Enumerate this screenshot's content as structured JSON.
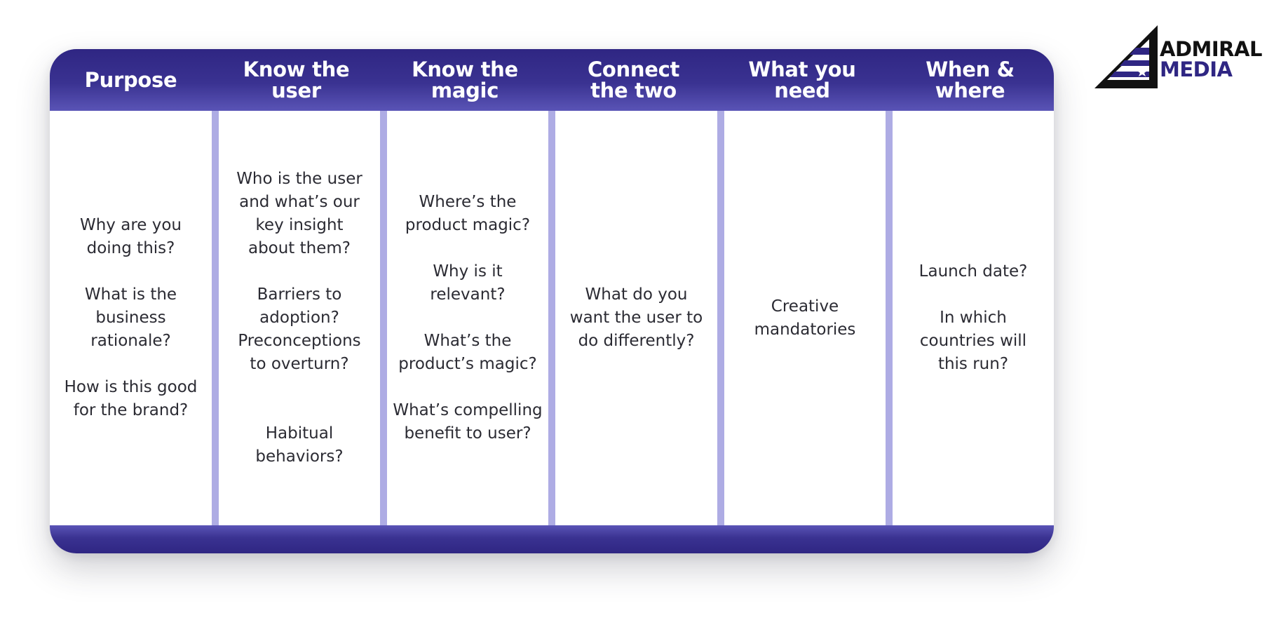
{
  "table": {
    "columns": [
      {
        "heading": "Purpose",
        "body": "Why are you\ndoing this?\n\nWhat is the\nbusiness\nrationale?\n\nHow is this good\nfor the brand?"
      },
      {
        "heading": "Know the\nuser",
        "body": "Who is the user\nand what’s our\nkey insight\nabout them?\n\nBarriers to\nadoption?\nPreconceptions\nto overturn?\n\n\nHabitual\nbehaviors?"
      },
      {
        "heading": "Know the\nmagic",
        "body": "Where’s the\nproduct magic?\n\nWhy is it\nrelevant?\n\nWhat’s the\nproduct’s magic?\n\nWhat’s compelling\nbenefit to user?"
      },
      {
        "heading": "Connect\nthe two",
        "body": "What do you\nwant the user to\ndo differently?"
      },
      {
        "heading": "What you\nneed",
        "body": "Creative\nmandatories"
      },
      {
        "heading": "When &\nwhere",
        "body": "Launch date?\n\nIn which\ncountries will\nthis run?"
      }
    ]
  },
  "logo": {
    "line1": "ADMIRAL",
    "line2": "MEDIA"
  },
  "colors": {
    "header": "#2f2683",
    "divider": "#aeace4",
    "logo_dark": "#111111",
    "logo_accent": "#2f2683"
  }
}
